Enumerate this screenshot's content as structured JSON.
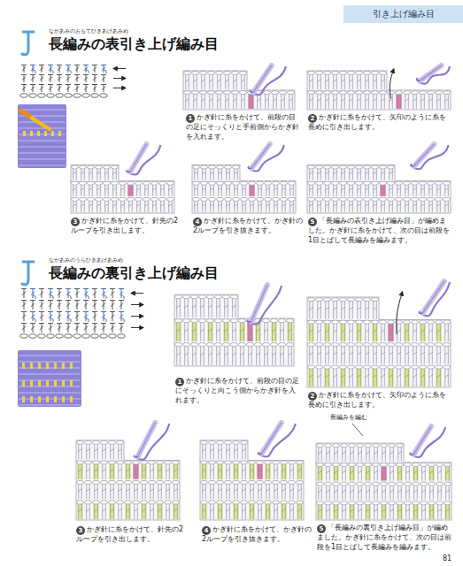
{
  "diagram": {
    "nodes": [
      {
        "text": [
          "引き上げ編み目"
        ]
      }
    ],
    "labels": [
      "ながあみのおもてひきあげあみめ",
      "長編みの表引き上げ編み目",
      "1",
      "かぎ針に糸をかけて、前段の目の足にそっくりと手前側からかぎ針を入れます。",
      "2",
      "かぎ針に糸をかけて、矢印のように糸を長めに引き出します。",
      "3",
      "かぎ針に糸をかけて、針先の2ループを引き出します。",
      "4",
      "かぎ針に糸をかけて、かぎ針の2ループを引き抜きます。",
      "5",
      "「長編みの表引き上げ編み目」が編めました。かぎ針に糸をかけて、次の目は前段を1目とばして長編みを編みます。",
      "ながあみのうらひきあげあみめ",
      "長編みの裏引き上げ編み目",
      "1",
      "かぎ針に糸をかけて、前段の目の足にそっくりと向こう側からかぎ針を入れます。",
      "2",
      "かぎ針に糸をかけて、矢印のように糸を長めに引き出します。",
      "3",
      "かぎ針に糸をかけて、針先の2ループを引き出します。",
      "4",
      "かぎ針に糸をかけて、かぎ針の2ループを引き抜きます。",
      "5",
      "「長編みの裏引き上げ編み目」が編めました。かぎ針に糸をかけて、次の目は前段を1目とばして長編みを編みます。",
      "長編みを編む",
      "81"
    ]
  }
}
